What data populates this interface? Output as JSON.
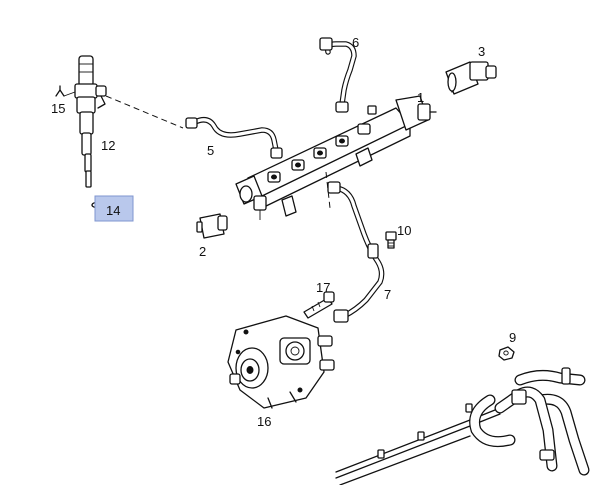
{
  "diagram": {
    "parts": [
      {
        "number": "1"
      },
      {
        "number": "2"
      },
      {
        "number": "3"
      },
      {
        "number": "5"
      },
      {
        "number": "6"
      },
      {
        "number": "7"
      },
      {
        "number": "9"
      },
      {
        "number": "10"
      },
      {
        "number": "12"
      },
      {
        "number": "14",
        "highlighted": true
      },
      {
        "number": "15"
      },
      {
        "number": "16"
      },
      {
        "number": "17"
      }
    ],
    "highlight_color": "#b9c8ec"
  }
}
